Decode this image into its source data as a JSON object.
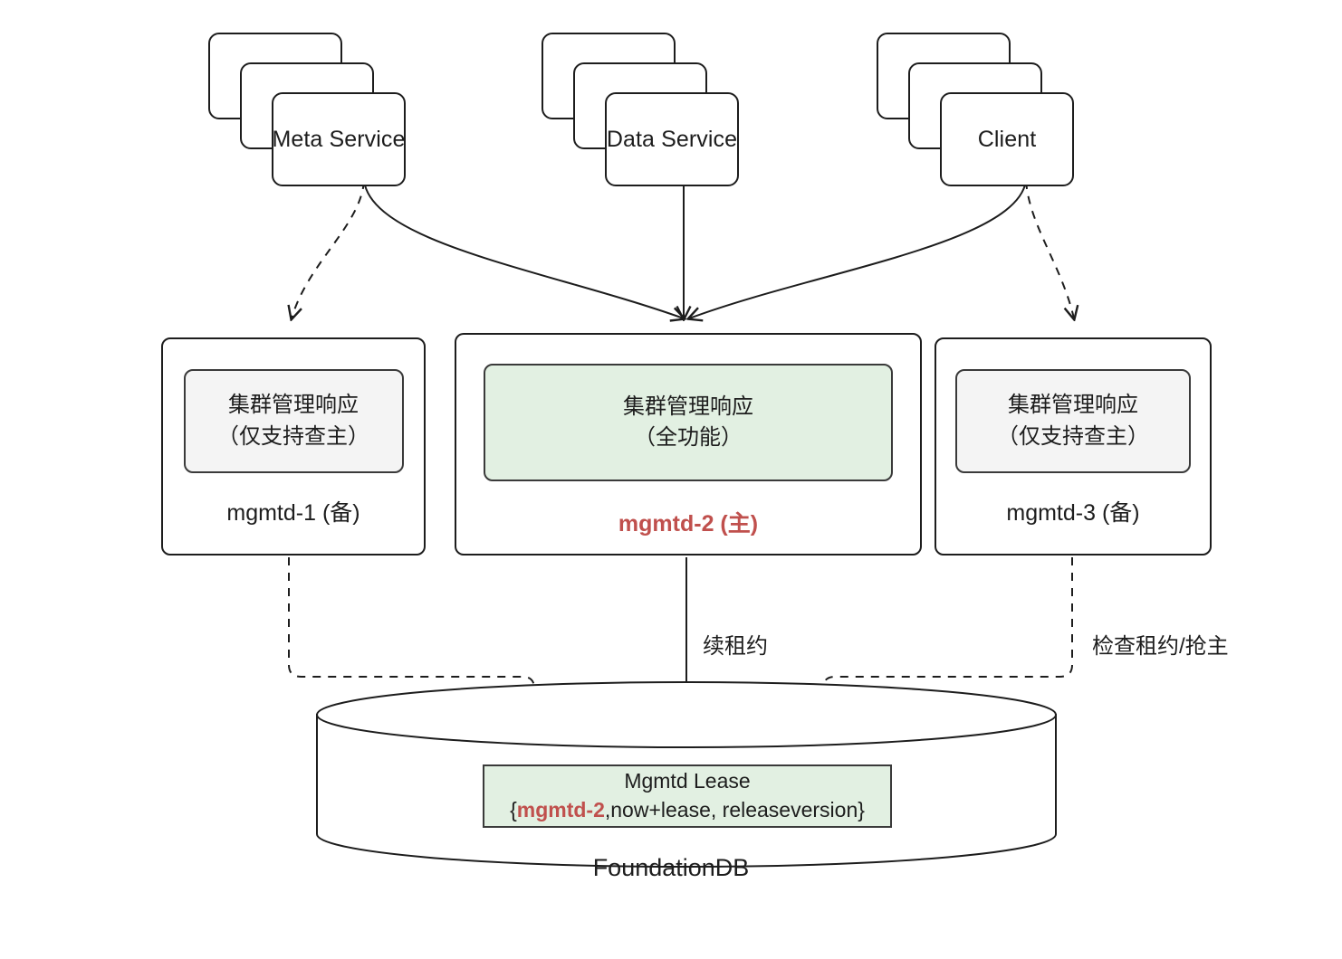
{
  "diagram": {
    "title": "Mgmtd lease / leader election architecture",
    "colors": {
      "stroke": "#1d1d1d",
      "inner_gray": "#f4f4f4",
      "inner_green": "#e2f0e2",
      "accent_red": "#c0504d",
      "background": "#ffffff"
    }
  },
  "clients": [
    {
      "id": "meta-service",
      "label": "Meta Service",
      "replicas": 3
    },
    {
      "id": "data-service",
      "label": "Data Service",
      "replicas": 3
    },
    {
      "id": "client",
      "label": "Client",
      "replicas": 3
    }
  ],
  "nodes": [
    {
      "id": "mgmtd-1",
      "role_label": "mgmtd-1 (备)",
      "is_primary": false,
      "capability_line1": "集群管理响应",
      "capability_line2": "（仅支持查主）",
      "fill": "gray"
    },
    {
      "id": "mgmtd-2",
      "role_label": "mgmtd-2 (主)",
      "is_primary": true,
      "capability_line1": "集群管理响应",
      "capability_line2": "（全功能）",
      "fill": "green"
    },
    {
      "id": "mgmtd-3",
      "role_label": "mgmtd-3 (备)",
      "is_primary": false,
      "capability_line1": "集群管理响应",
      "capability_line2": "（仅支持查主）",
      "fill": "gray"
    }
  ],
  "edge_labels": {
    "renew_lease": "续租约",
    "check_lease": "检查租约/抢主"
  },
  "database": {
    "caption": "FoundationDB",
    "lease": {
      "title": "Mgmtd Lease",
      "holder": "mgmtd-2",
      "value_prefix": "{",
      "value_suffix": ",now+lease, releaseversion}"
    }
  }
}
